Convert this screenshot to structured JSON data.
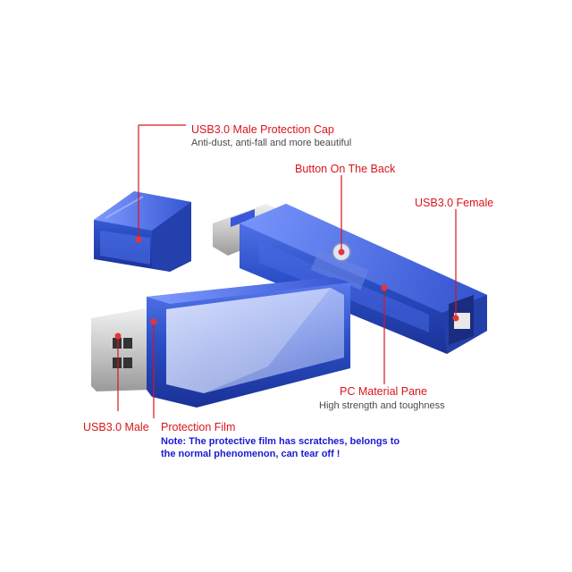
{
  "labels": {
    "usb_cap_title": "USB3.0 Male Protection Cap",
    "usb_cap_sub": "Anti-dust, anti-fall and more beautiful",
    "button_back": "Button On The Back",
    "usb_female": "USB3.0 Female",
    "pc_pane_title": "PC Material Pane",
    "pc_pane_sub": "High strength and toughness",
    "usb_male": "USB3.0 Male",
    "protection_film": "Protection Film",
    "note_line1": "Note: The protective film has scratches, belongs to",
    "note_line2": "the normal phenomenon, can tear off !"
  },
  "colors": {
    "callout": "#d9151b",
    "note": "#1a1ad6",
    "body_blue": "#2a4fc6"
  }
}
